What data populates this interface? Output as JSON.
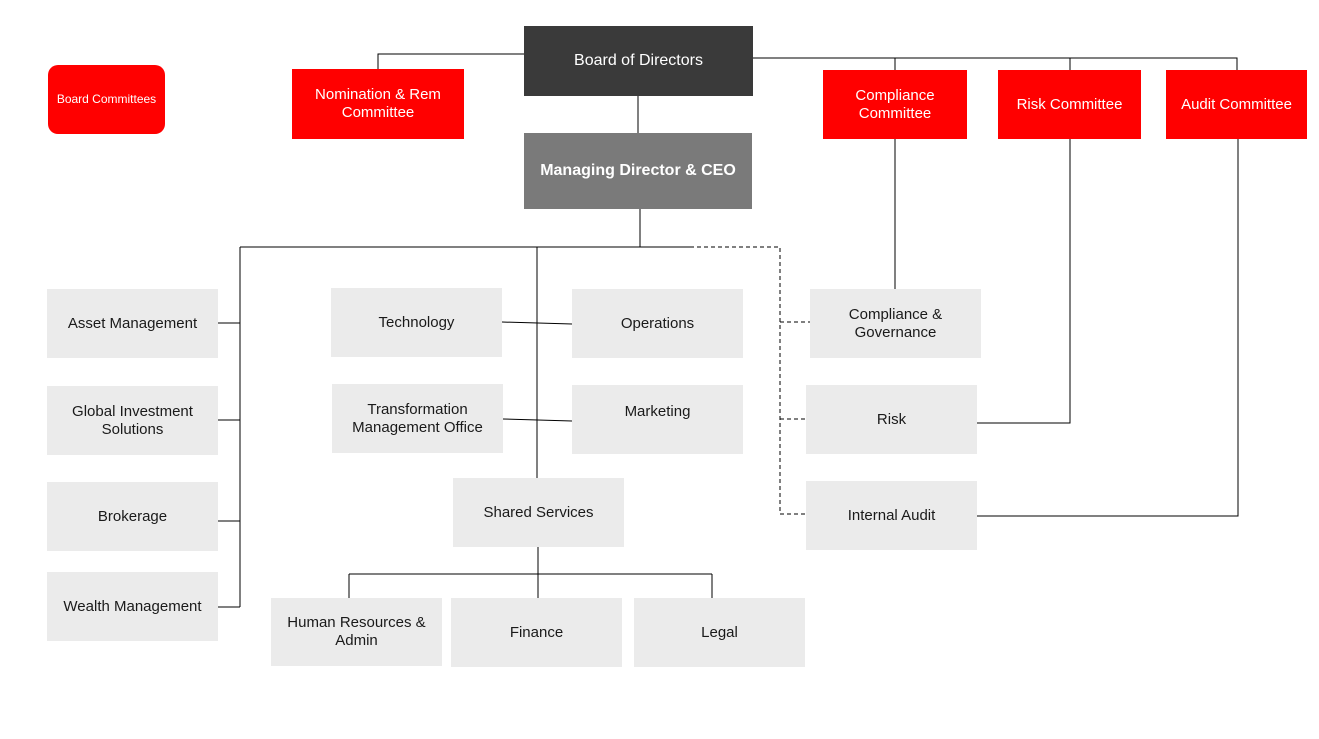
{
  "legend": {
    "label": "Board Committees"
  },
  "board": {
    "label": "Board of Directors"
  },
  "ceo": {
    "label": "Managing Director & CEO"
  },
  "committees": {
    "nomination": "Nomination & Rem Committee",
    "compliance": "Compliance Committee",
    "risk": "Risk Committee",
    "audit": "Audit Committee"
  },
  "business_units": {
    "asset_management": "Asset Management",
    "global_investment": "Global Investment Solutions",
    "brokerage": "Brokerage",
    "wealth_management": "Wealth Management"
  },
  "support_units": {
    "technology": "Technology",
    "operations": "Operations",
    "tmo": "Transformation Management Office",
    "marketing": "Marketing",
    "shared_services": "Shared Services",
    "hr_admin": "Human Resources & Admin",
    "finance": "Finance",
    "legal": "Legal"
  },
  "control_units": {
    "compliance_governance": "Compliance & Governance",
    "risk": "Risk",
    "internal_audit": "Internal Audit"
  },
  "colors": {
    "committee": "#ff0000",
    "board": "#3a3a3a",
    "ceo": "#7a7a7a",
    "unit": "#ebebeb"
  }
}
